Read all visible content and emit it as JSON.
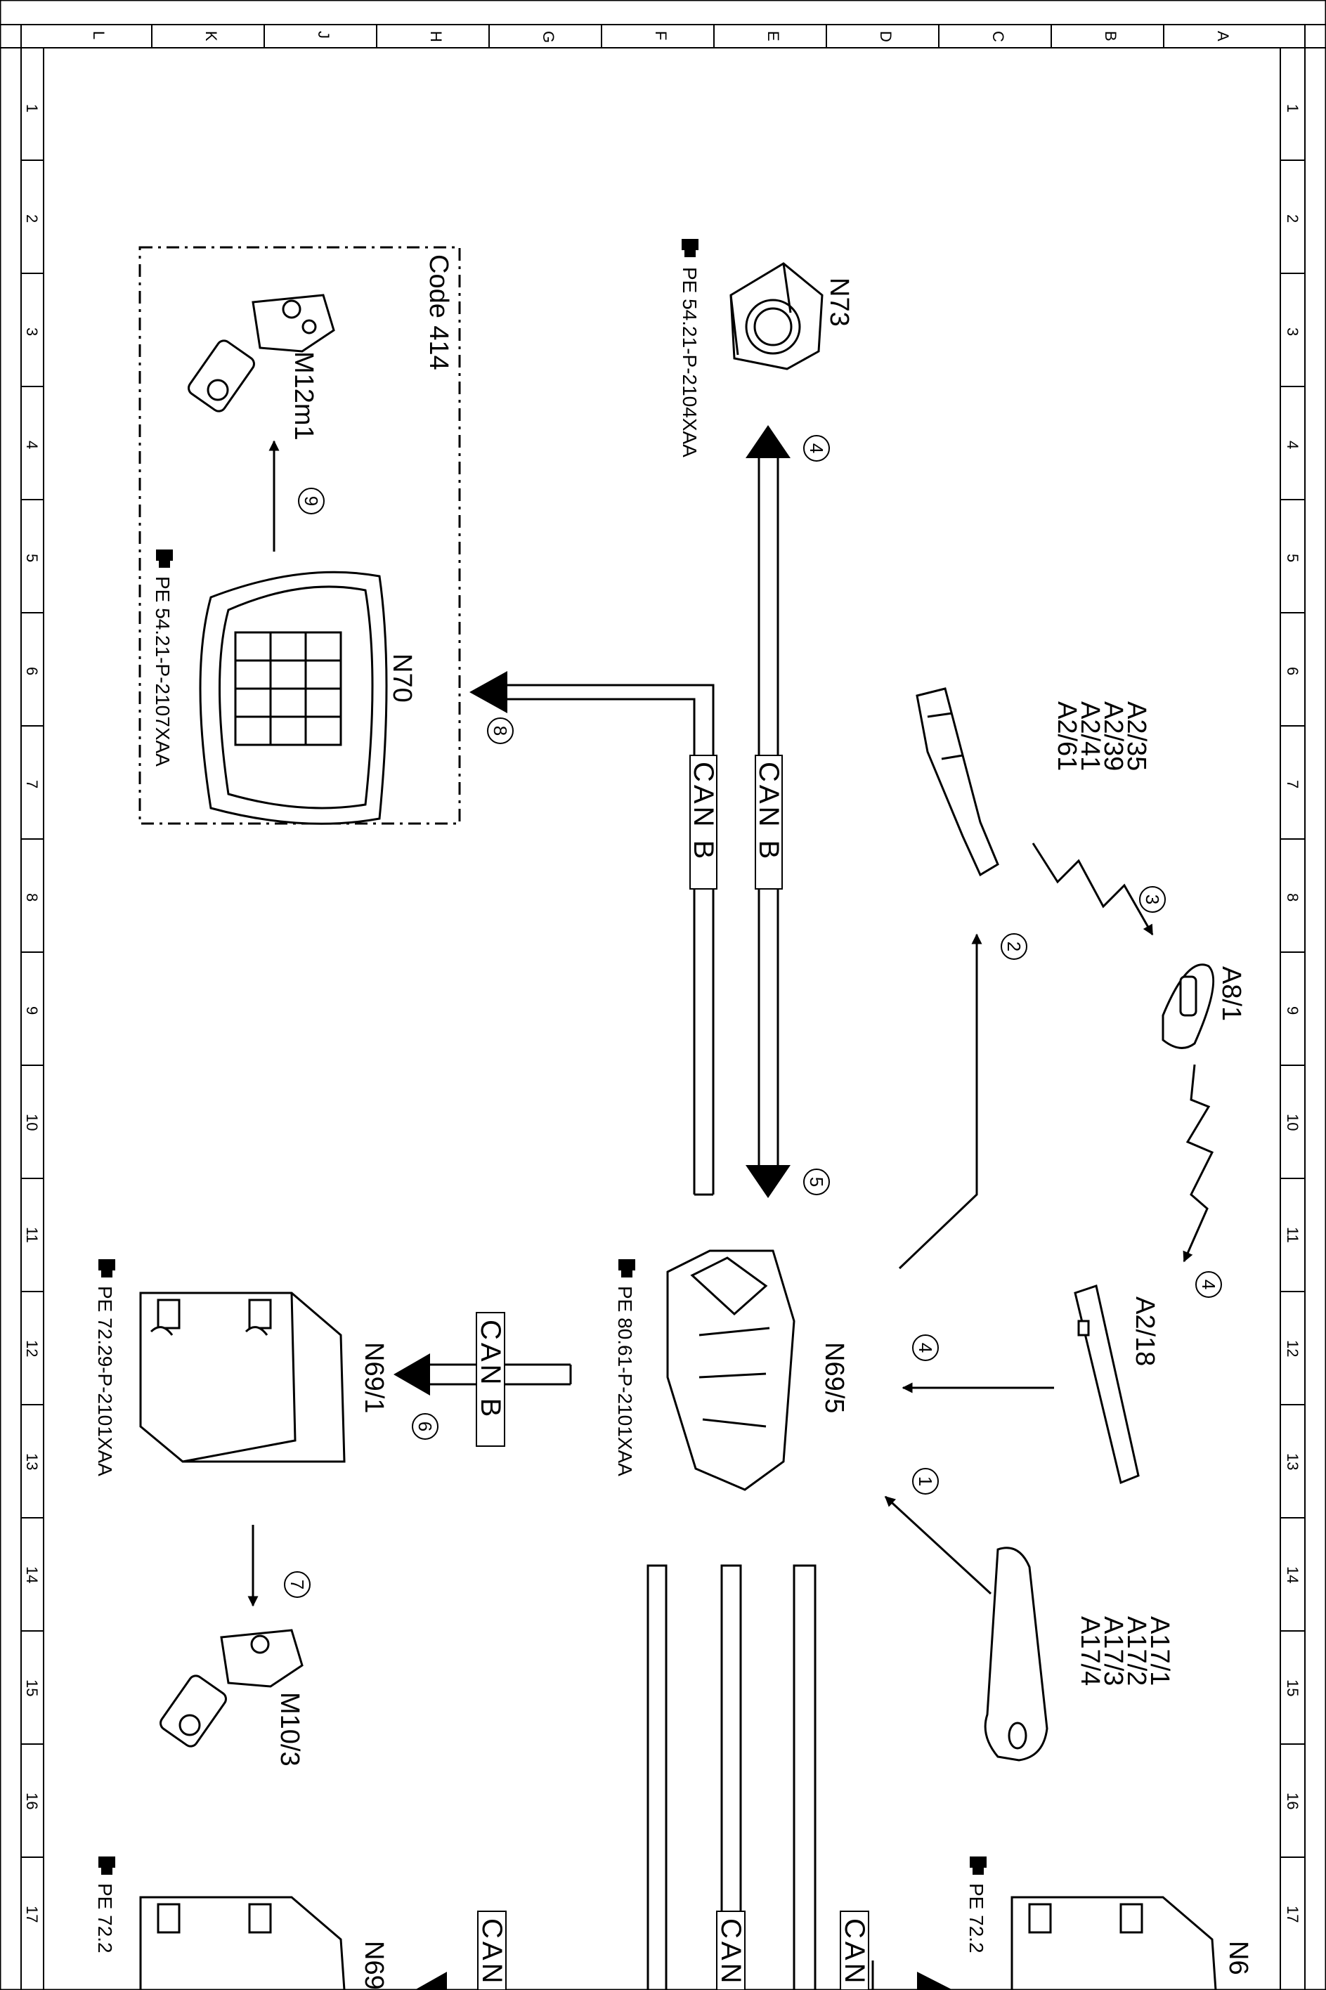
{
  "grid": {
    "top_columns": [
      "L",
      "K",
      "J",
      "H",
      "G",
      "F",
      "E",
      "D",
      "C",
      "B",
      "A"
    ],
    "rows": [
      "1",
      "2",
      "3",
      "4",
      "5",
      "6",
      "7",
      "8",
      "9",
      "10",
      "11",
      "12",
      "13",
      "14",
      "15",
      "16",
      "17"
    ]
  },
  "components": {
    "n73": "N73",
    "n73_ref": "PE 54.21-P-2104XAA",
    "n70": "N70",
    "n70_ref": "PE 54.21-P-2107XAA",
    "m12m1": "M12m1",
    "code_414": "Code 414",
    "a2_lines": [
      "A2/35",
      "A2/39",
      "A2/41",
      "A2/61"
    ],
    "a8_1": "A8/1",
    "a2_18": "A2/18",
    "n69_5": "N69/5",
    "n69_5_ref": "PE 80.61-P-2101XAA",
    "n69_1": "N69/1",
    "n69_1_ref": "PE 72.29-P-2101XAA",
    "m10_3": "M10/3",
    "a17_lines": [
      "A17/1",
      "A17/2",
      "A17/3",
      "A17/4"
    ],
    "n69_bottom_left": "N69,",
    "n69_bottom_right": "N6",
    "ref_bottom_left": "PE 72.2",
    "ref_bottom_right": "PE 72.2"
  },
  "bus": {
    "can_b": "CAN B",
    "can_partial": "CAN"
  },
  "steps": [
    "1",
    "2",
    "3",
    "4",
    "4",
    "4",
    "5",
    "6",
    "7",
    "8",
    "9"
  ]
}
